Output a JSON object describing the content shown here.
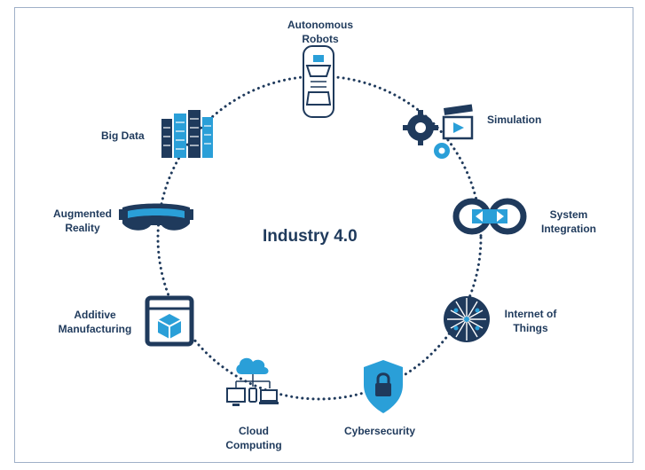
{
  "center": {
    "title": "Industry 4.0"
  },
  "colors": {
    "navy": "#1f3a5c",
    "accent": "#2a9fd8",
    "ring": "#1f3a5c"
  },
  "nodes": [
    {
      "id": "autonomous-robots",
      "label": "Autonomous\nRobots",
      "icon": "car-icon"
    },
    {
      "id": "simulation",
      "label": "Simulation",
      "icon": "gears-clapperboard-icon"
    },
    {
      "id": "system-integration",
      "label": "System\nIntegration",
      "icon": "linked-rings-icon"
    },
    {
      "id": "internet-of-things",
      "label": "Internet of\nThings",
      "icon": "network-globe-icon"
    },
    {
      "id": "cybersecurity",
      "label": "Cybersecurity",
      "icon": "shield-lock-icon"
    },
    {
      "id": "cloud-computing",
      "label": "Cloud\nComputing",
      "icon": "cloud-devices-icon"
    },
    {
      "id": "additive-manufacturing",
      "label": "Additive\nManufacturing",
      "icon": "3d-printer-icon"
    },
    {
      "id": "augmented-reality",
      "label": "Augmented\nReality",
      "icon": "vr-headset-icon"
    },
    {
      "id": "big-data",
      "label": "Big Data",
      "icon": "server-racks-icon"
    }
  ]
}
